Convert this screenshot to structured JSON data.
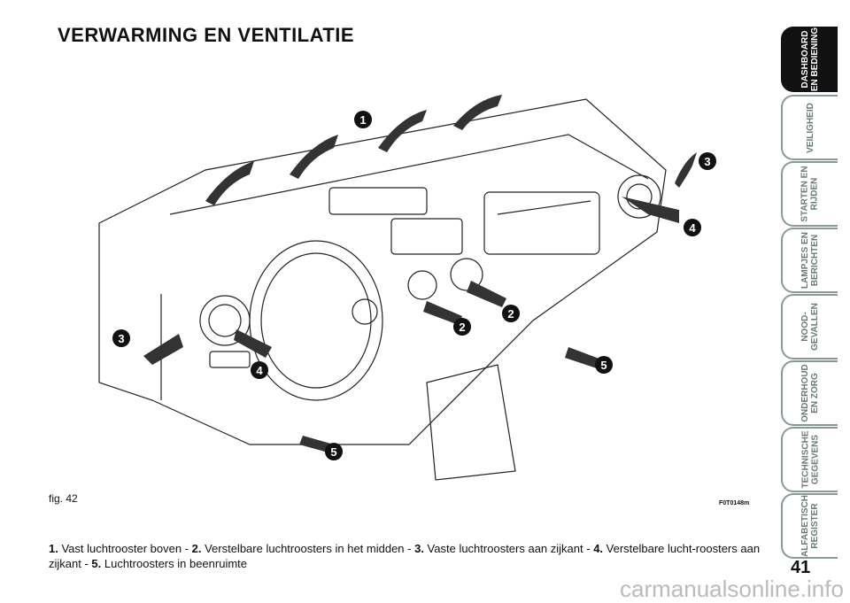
{
  "page": {
    "title": "VERWARMING EN VENTILATIE",
    "figure_label": "fig. 42",
    "figure_code": "F0T0148m",
    "page_number": "41",
    "caption": [
      {
        "num": "1.",
        "text": " Vast luchtrooster boven - "
      },
      {
        "num": "2.",
        "text": " Verstelbare luchtroosters in het midden - "
      },
      {
        "num": "3.",
        "text": " Vaste luchtroosters aan zijkant - "
      },
      {
        "num": "4.",
        "text": " Verstelbare lucht-roosters aan zijkant - "
      },
      {
        "num": "5.",
        "text": " Luchtroosters in beenruimte"
      }
    ]
  },
  "callouts": [
    "1",
    "2",
    "2",
    "3",
    "3",
    "4",
    "4",
    "5",
    "5"
  ],
  "tabs": [
    {
      "label": "DASHBOARD\nEN BEDIENING",
      "active": true
    },
    {
      "label": "VEILIGHEID"
    },
    {
      "label": "STARTEN EN\nRIJDEN"
    },
    {
      "label": "LAMPJES EN\nBERICHTEN"
    },
    {
      "label": "NOOD-\nGEVALLEN"
    },
    {
      "label": "ONDERHOUD\nEN ZORG"
    },
    {
      "label": "TECHNISCHE\nGEGEVENS"
    },
    {
      "label": "ALFABETISCH\nREGISTER"
    }
  ],
  "watermark": "carmanualsonline.info"
}
